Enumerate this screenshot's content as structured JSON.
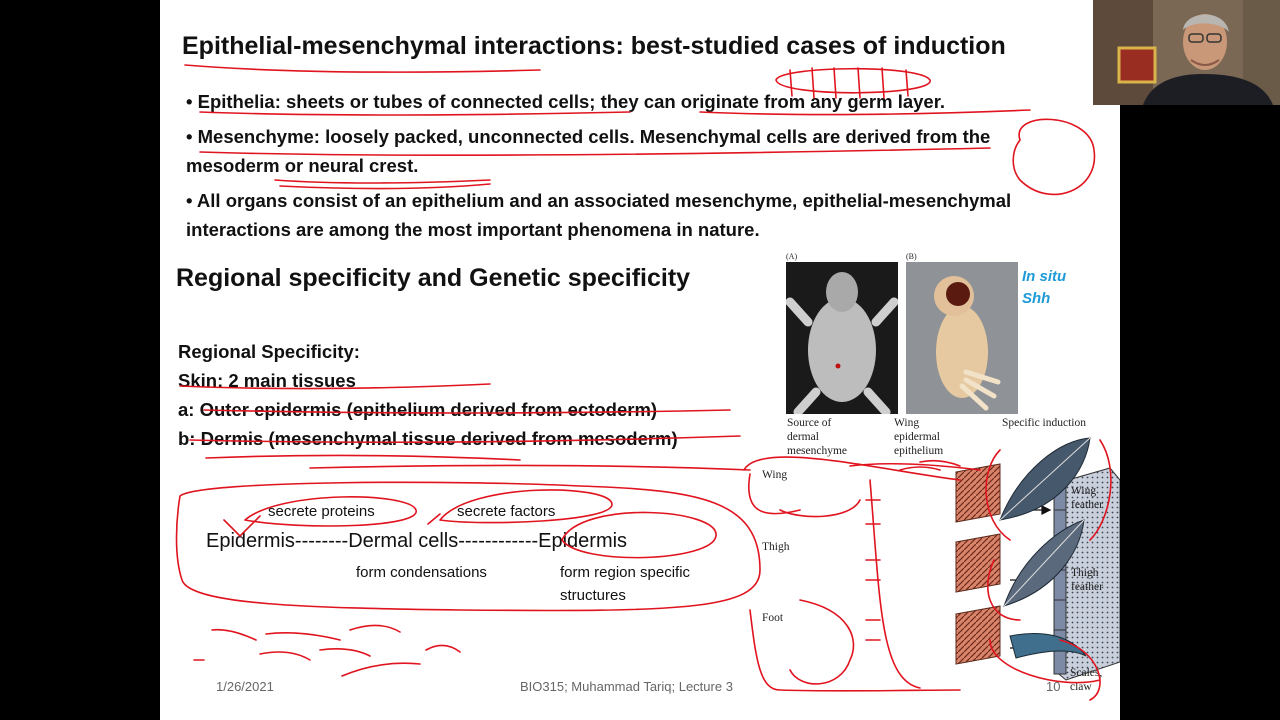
{
  "slide": {
    "title": "Epithelial-mesenchymal interactions: best-studied cases of induction",
    "bullets": [
      "• Epithelia: sheets or tubes of connected cells; they can originate from any germ layer.",
      "• Mesenchyme: loosely packed, unconnected cells. Mesenchymal cells are derived from the mesoderm or neural crest.",
      "• All organs consist of an epithelium and an associated mesenchyme, epithelial-mesenchymal interactions are among the most important phenomena in nature."
    ],
    "section_heading": "Regional specificity and Genetic specificity",
    "regional": {
      "line1": "Regional Specificity:",
      "line2": "Skin: 2 main tissues",
      "line3": "a: Outer epidermis (epithelium derived from ectoderm)",
      "line4": "b: Dermis (mesenchymal tissue derived from mesoderm)"
    },
    "diagram": {
      "secrete_proteins": "secrete proteins",
      "secrete_factors": "secrete factors",
      "chain": "Epidermis--------Dermal cells------------Epidermis",
      "form_condensations": "form condensations",
      "form_region_1": "form region specific",
      "form_region_2": "structures"
    },
    "figure": {
      "label_a": "(A)",
      "label_b": "(B)",
      "insitu_1": "In situ",
      "insitu_2": "Shh",
      "source_1": "Source of",
      "source_2": "dermal",
      "source_3": "mesenchyme",
      "wing_ep_1": "Wing",
      "wing_ep_2": "epidermal",
      "wing_ep_3": "epithelium",
      "specific_induction": "Specific induction",
      "row_wing": "Wing",
      "row_thigh": "Thigh",
      "row_foot": "Foot",
      "out_wing_1": "Wing",
      "out_wing_2": "feather",
      "out_thigh_1": "Thigh",
      "out_thigh_2": "feather",
      "out_foot_1": "Scales,",
      "out_foot_2": "claw"
    },
    "footer": {
      "date": "1/26/2021",
      "course": "BIO315; Muhammad Tariq; Lecture 3",
      "page": "10"
    }
  },
  "colors": {
    "ink_red": "#e0141e",
    "insitu_blue": "#1e9ad6",
    "background": "#000000"
  }
}
